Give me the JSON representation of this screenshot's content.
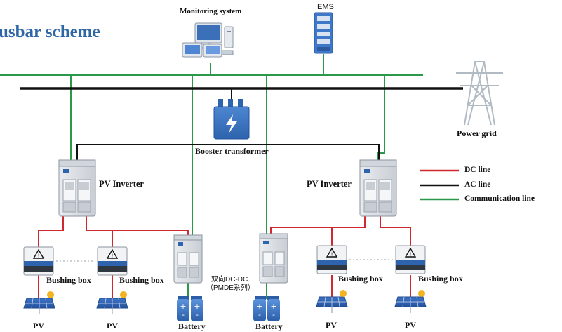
{
  "title": "usbar scheme",
  "labels": {
    "monitoring_system": "Monitoring system",
    "ems": "EMS",
    "power_grid": "Power grid",
    "booster_transformer": "Booster transformer",
    "pv_inverter_left": "PV Inverter",
    "pv_inverter_right": "PV Inverter",
    "bushing_box_1": "Bushing box",
    "bushing_box_2": "Bushing box",
    "bushing_box_3": "Bushing box",
    "bushing_box_4": "Bushing box",
    "pv_1": "PV",
    "pv_2": "PV",
    "pv_3": "PV",
    "pv_4": "PV",
    "battery_1": "Battery",
    "battery_2": "Battery",
    "dcdc_line1": "双向DC-DC",
    "dcdc_line2": "（PMDE系列）"
  },
  "legend": [
    {
      "label": "DC line",
      "color": "#d0282e"
    },
    {
      "label": "AC line",
      "color": "#111111"
    },
    {
      "label": "Communication line",
      "color": "#2a9a4a"
    }
  ],
  "colors": {
    "dc_line": "#d0282e",
    "ac_line": "#111111",
    "comm_line": "#2a9a4a",
    "device_blue": "#3f78c6",
    "title_blue": "#2f67a6"
  }
}
